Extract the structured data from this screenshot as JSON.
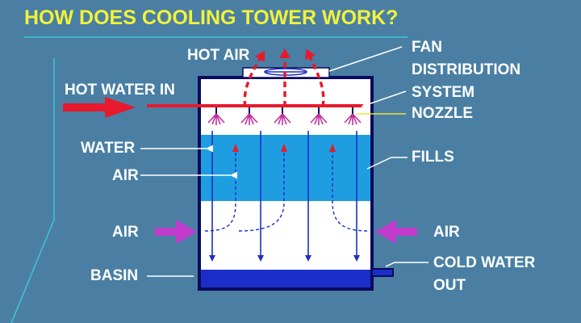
{
  "title": "HOW DOES COOLING TOWER WORK?",
  "labels": {
    "hot_air": "HOT AIR",
    "fan": "FAN",
    "distribution_line1": "DISTRIBUTION",
    "distribution_line2": "SYSTEM",
    "nozzle": "NOZZLE",
    "hot_water_in": "HOT WATER IN",
    "water": "WATER",
    "fills": "FILLS",
    "air_upper": "AIR",
    "air_left": "AIR",
    "air_right": "AIR",
    "basin": "BASIN",
    "cold_water_line1": "COLD WATER",
    "cold_water_line2": "OUT"
  },
  "colors": {
    "background": "#4a7fa3",
    "title": "#f2f23a",
    "frame": "#0a0a5e",
    "fill_media": "#1e9ee0",
    "basin_water": "#1a2fc8",
    "distribution_pipe": "#e8192c",
    "hot_air": "#e8192c",
    "nozzle_spray": "#c0309e",
    "side_air": "#c03acb",
    "water_arrows": "#1a2fc8",
    "decor_line": "#3ec6d8"
  }
}
